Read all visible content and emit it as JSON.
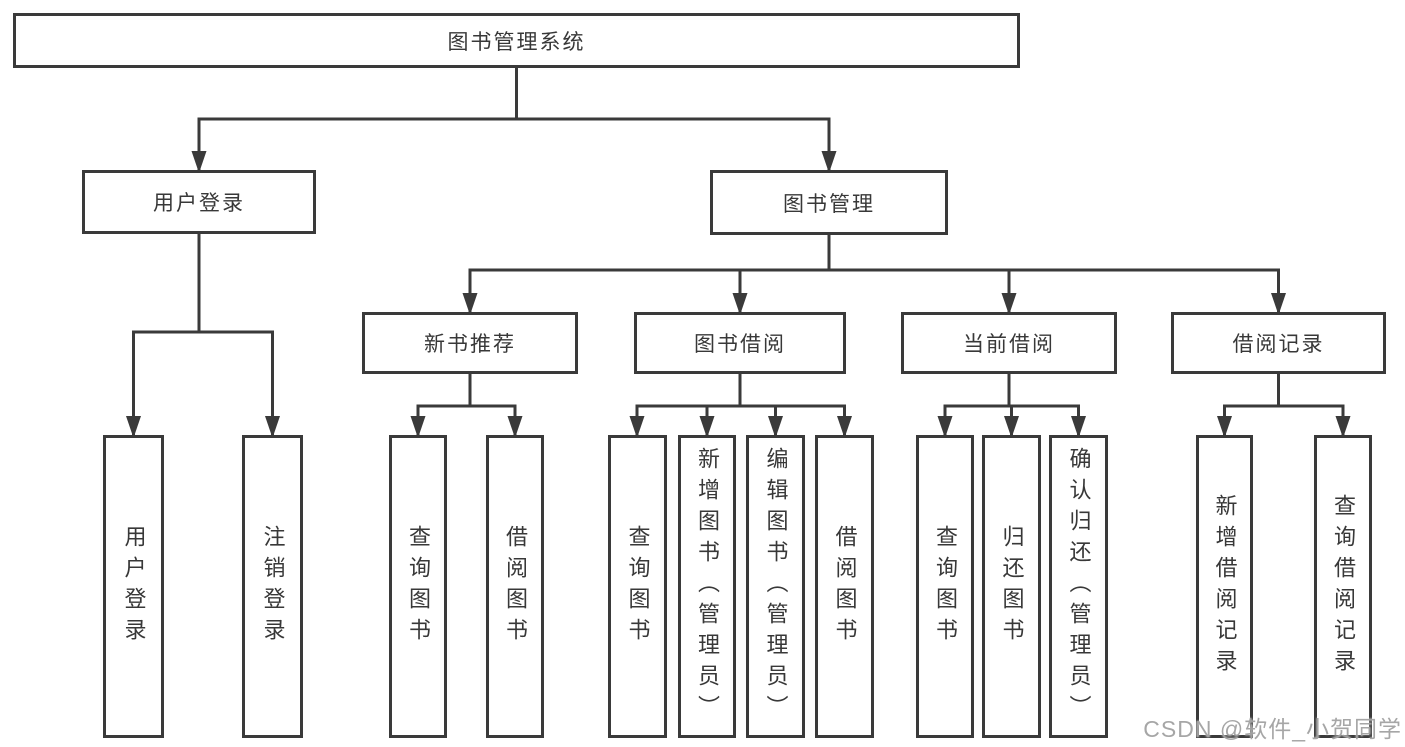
{
  "tree": {
    "root": {
      "label": "图书管理系统"
    },
    "branches": [
      {
        "label": "用户登录",
        "children": [
          {
            "label": "用户登录"
          },
          {
            "label": "注销登录"
          }
        ]
      },
      {
        "label": "图书管理",
        "groups": [
          {
            "label": "新书推荐",
            "children": [
              {
                "label": "查询图书"
              },
              {
                "label": "借阅图书"
              }
            ]
          },
          {
            "label": "图书借阅",
            "children": [
              {
                "label": "查询图书"
              },
              {
                "label": "新增图书（管理员）"
              },
              {
                "label": "编辑图书（管理员）"
              },
              {
                "label": "借阅图书"
              }
            ]
          },
          {
            "label": "当前借阅",
            "children": [
              {
                "label": "查询图书"
              },
              {
                "label": "归还图书"
              },
              {
                "label": "确认归还（管理员）"
              }
            ]
          },
          {
            "label": "借阅记录",
            "children": [
              {
                "label": "新增借阅记录"
              },
              {
                "label": "查询借阅记录"
              }
            ]
          }
        ]
      }
    ]
  },
  "watermark": {
    "text": "CSDN @软件_小贺同学"
  },
  "colors": {
    "line": "#3a3a3a",
    "text": "#383838",
    "watermark": "#9e9e9e",
    "background": "#ffffff"
  }
}
